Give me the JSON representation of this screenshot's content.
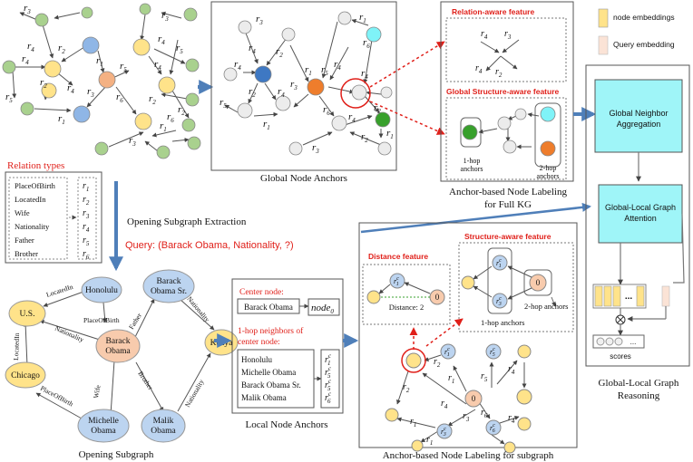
{
  "colors": {
    "green": "#a9d18e",
    "yellow": "#ffe38a",
    "blue": "#8fb6e6",
    "orange": "#f4b183",
    "cyan": "#7ff3f8",
    "gray_node": "#ececec",
    "pink_node": "#f8cbad",
    "teal_box": "#9ff5f8",
    "accent": "#e0201a",
    "arrow_blue": "#4f7fb9",
    "dark_green": "#38a02c",
    "dark_orange": "#ee7d2c",
    "dark_blue": "#3e78c3"
  },
  "legend": {
    "node_embeddings": "node embeddings",
    "query_embedding": "Query embedding"
  },
  "relations": [
    "r3",
    "r4",
    "r2",
    "r1",
    "r5",
    "r6"
  ],
  "panels": {
    "global_node_anchors": "Global Node Anchors",
    "anchor_labeling_full": "Anchor-based Node Labeling",
    "anchor_labeling_full_2": "for Full KG",
    "relation_aware": "Relation-aware feature",
    "global_structure_aware": "Global Structure-aware feature",
    "one_hop_anchors_a": "1-hop",
    "one_hop_anchors_b": "anchors",
    "two_hop_anchors_a": "2-hop",
    "two_hop_anchors_b": "anchors",
    "relation_types": "Relation types",
    "opening_extraction": "Opening Subgraph Extraction",
    "query": "Query: (Barack Obama, Nationality, ?)",
    "opening_subgraph": "Opening Subgraph",
    "center_node": "Center node:",
    "center_value": "Barack Obama",
    "node0_base": "node",
    "node0_sub": "0",
    "neighbors_1": "1-hop neighbors of",
    "neighbors_2": "center node:",
    "local_node_anchors": "Local Node Anchors",
    "distance_feature": "Distance feature",
    "distance_2": "Distance: 2",
    "structure_aware": "Structure-aware feature",
    "two_hop_anchors": "2-hop anchors",
    "one_hop_anchors": "1-hop anchors",
    "anchor_subgraph": "Anchor-based Node Labeling for subgraph",
    "global_neighbor_1": "Global Neighbor",
    "global_neighbor_2": "Aggregation",
    "gl_attention_1": "Global-Local Graph",
    "gl_attention_2": "Attention",
    "ellipsis": "...",
    "scores": "scores",
    "gl_reasoning_1": "Global-Local Graph",
    "gl_reasoning_2": "Reasoning",
    "zero": "0"
  },
  "relation_table": {
    "names": [
      "PlaceOfBirth",
      "LocatedIn",
      "Wife",
      "Nationality",
      "Father",
      "Brother"
    ],
    "symbols": [
      "r1",
      "r2",
      "r3",
      "r4",
      "r5",
      "r6"
    ]
  },
  "entities": {
    "us": "U.S.",
    "honolulu": "Honolulu",
    "barack_sr_1": "Barack",
    "barack_sr_2": "Obama Sr.",
    "barack_1": "Barack",
    "barack_2": "Obama",
    "kenya": "Kenya",
    "chicago": "Chicago",
    "michelle_1": "Michelle",
    "michelle_2": "Obama",
    "malik_1": "Malik",
    "malik_2": "Obama"
  },
  "edge_labels": {
    "located_in_1": "LocatedIn",
    "located_in_2": "LocatedIn",
    "place_of_birth_1": "PlaceOfBirth",
    "place_of_birth_2": "PlaceOfBirth",
    "father": "Father",
    "nationality_1": "Nationality",
    "nationality_2": "Nationality",
    "nationality_3": "Nationality",
    "wife": "Wife",
    "brother": "Brother"
  },
  "neighbors": [
    "Honolulu",
    "Michelle Obama",
    "Barack  Obama Sr.",
    "Malik Obama"
  ],
  "neighbor_symbols": [
    "r1",
    "r5",
    "r5",
    "r6"
  ]
}
